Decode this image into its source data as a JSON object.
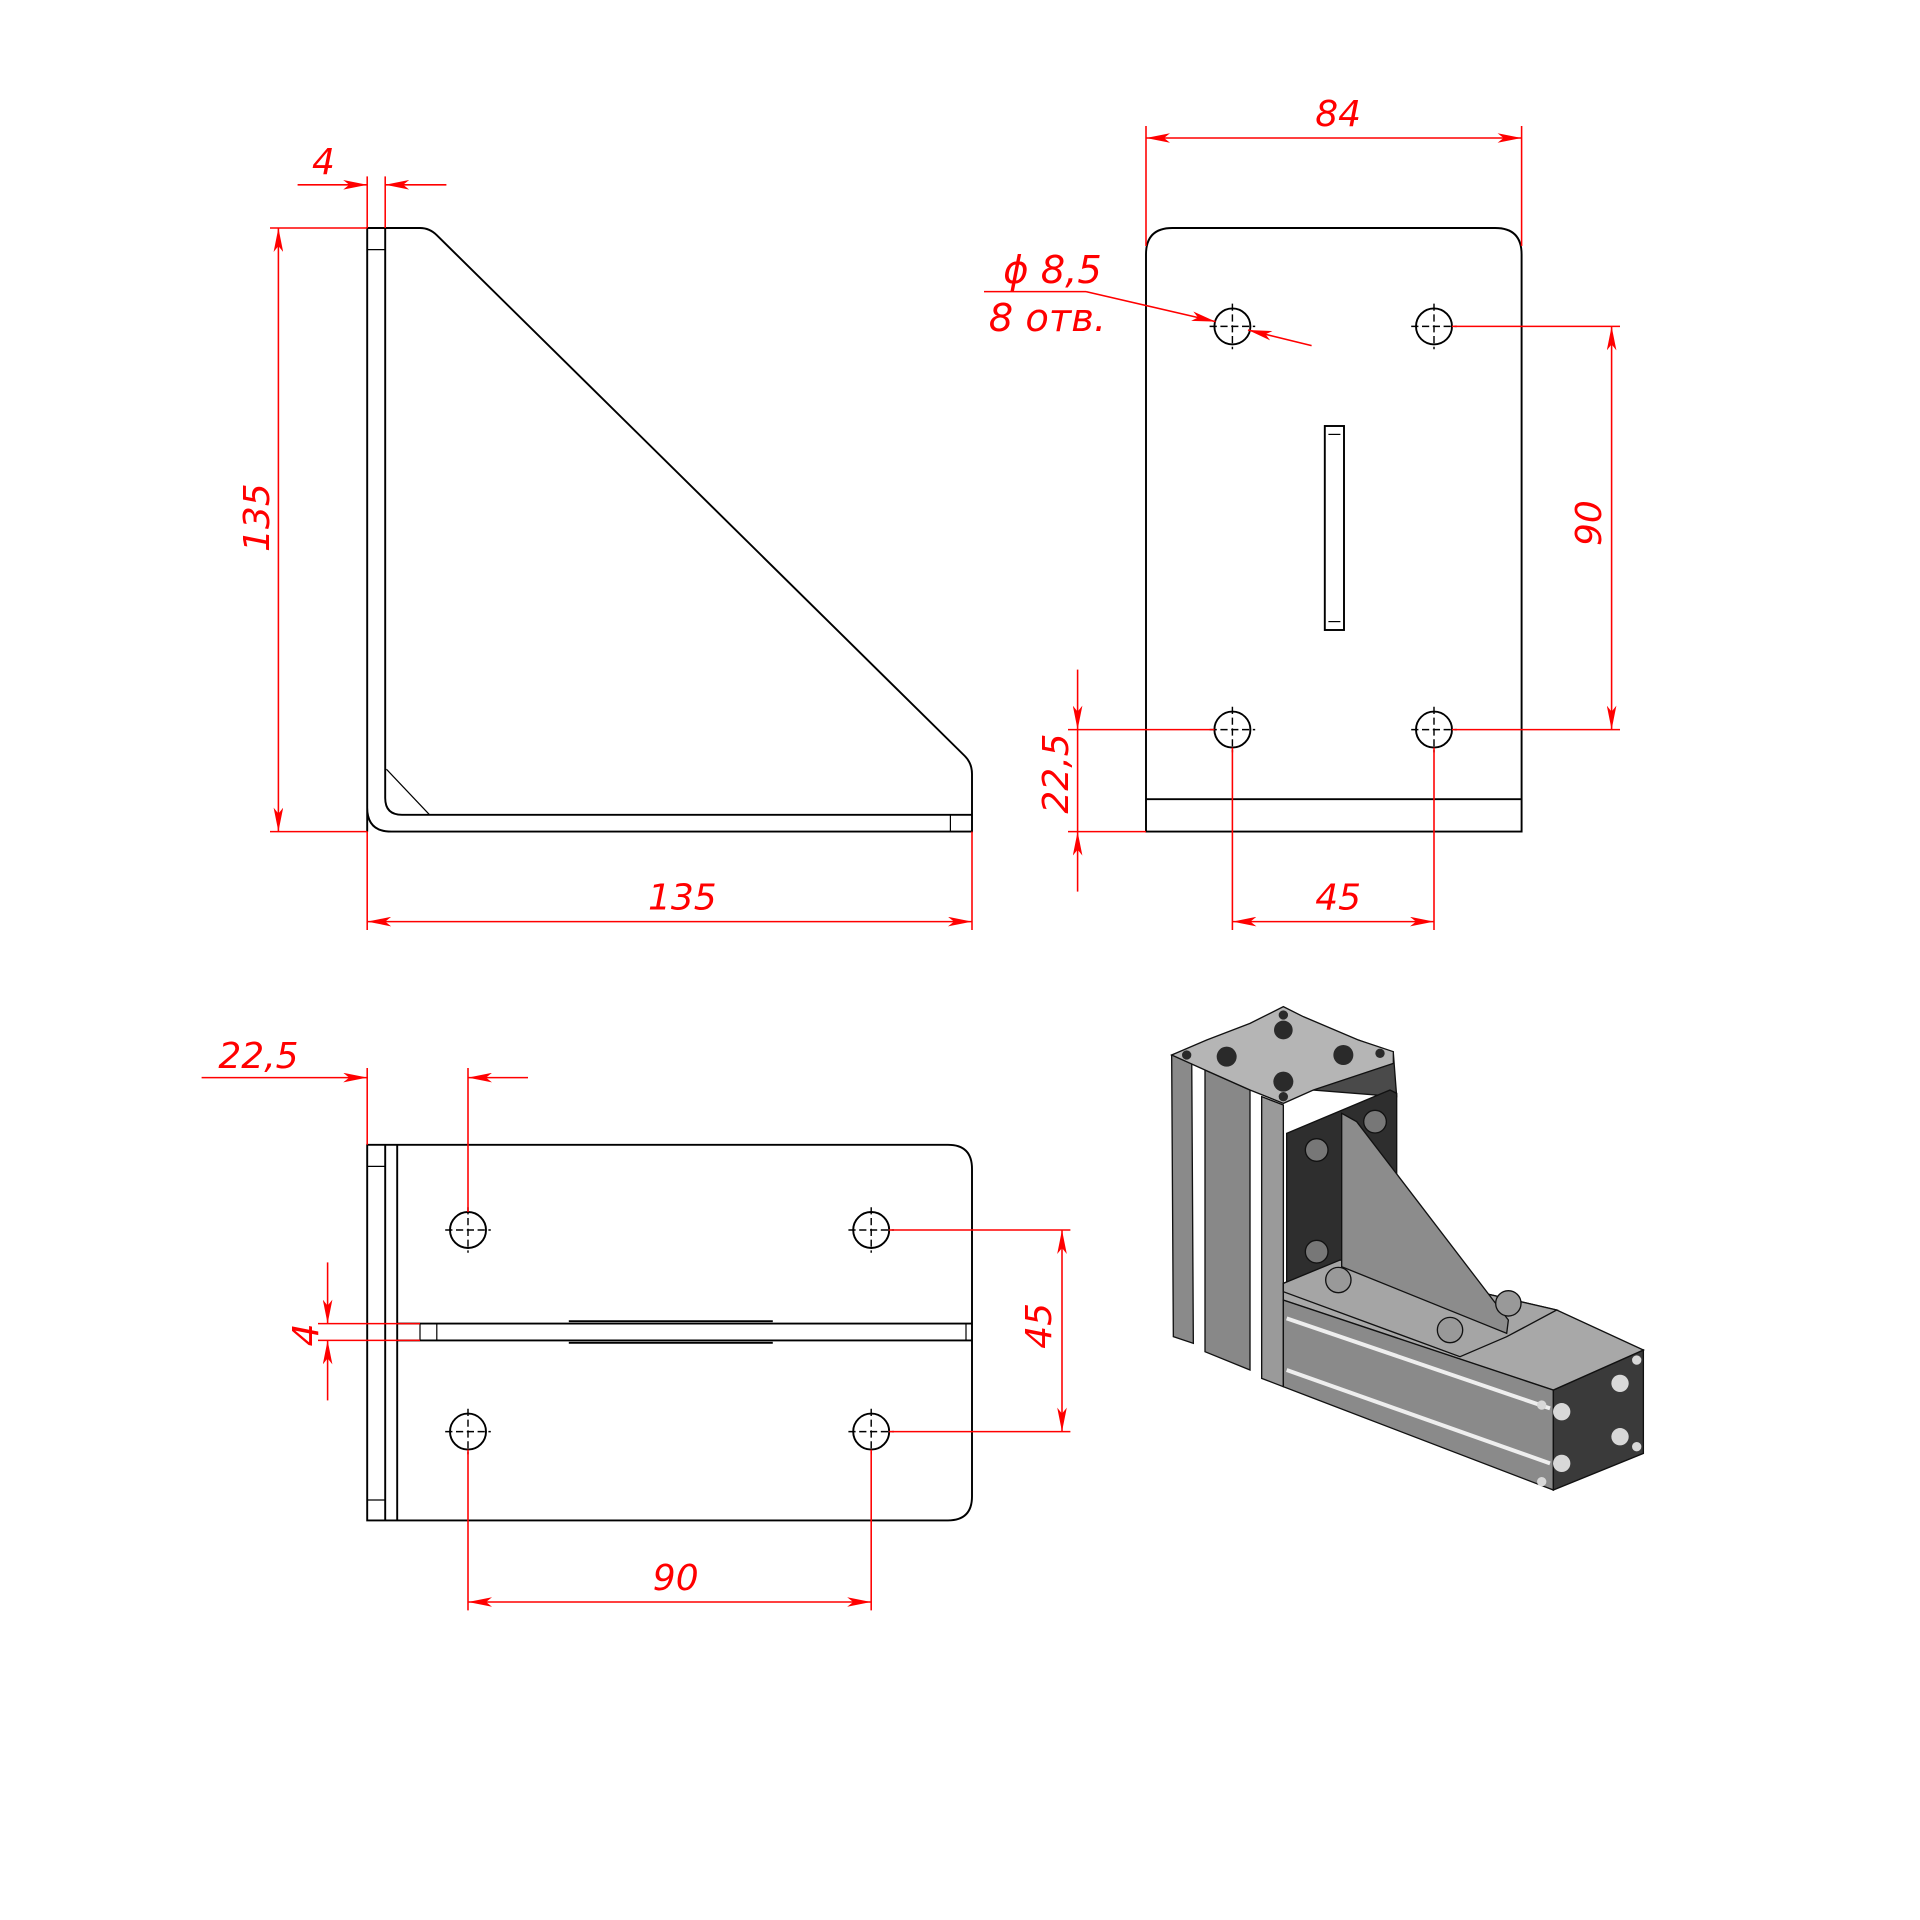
{
  "side_view": {
    "thickness_label": "4",
    "height_label": "135",
    "width_label": "135"
  },
  "front_view": {
    "width_label": "84",
    "hole_diameter_label": "ϕ 8,5",
    "hole_count_label": "8 отв.",
    "hole_spacing_vertical_label": "90",
    "edge_offset_label": "22,5",
    "hole_spacing_horizontal_label": "45"
  },
  "top_view": {
    "edge_offset_label": "22,5",
    "thickness_label": "4",
    "hole_spacing_vertical_label": "45",
    "hole_spacing_horizontal_label": "90"
  },
  "colors": {
    "dimension": "#ff0000",
    "outline": "#000000"
  },
  "iso_view": {
    "icon": "aluminium-profile-corner-bracket-assembly"
  }
}
